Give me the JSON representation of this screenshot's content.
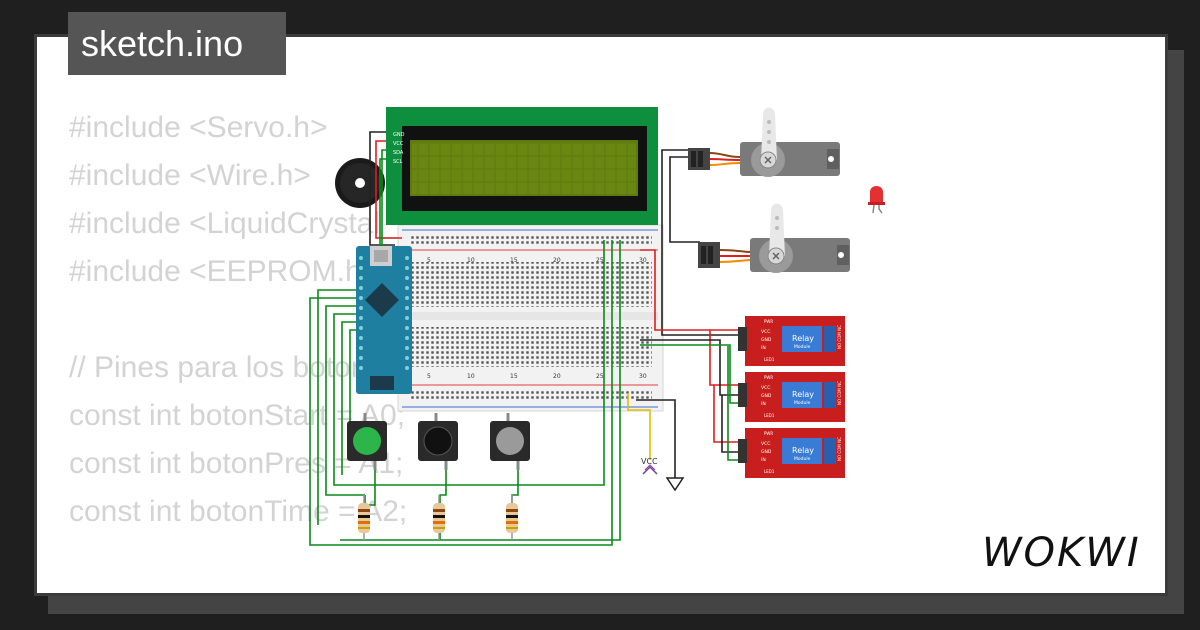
{
  "title": "sketch.ino",
  "code_lines": [
    "#include <Servo.h>",
    "#include <Wire.h>",
    "#include <LiquidCrystal_I2C.h>",
    "#include <EEPROM.h>",
    "",
    "// Pines para los botones",
    "const int botonStart = A0;",
    "const int botonPres = A1;",
    "const int botonTime = A2;"
  ],
  "brand": "WOKWI",
  "lcd_pins": [
    "GND",
    "VCC",
    "SDA",
    "SCL"
  ],
  "breadboard_numbers": [
    "5",
    "10",
    "15",
    "20",
    "25",
    "30"
  ],
  "relay_modules": [
    {
      "title": "Relay",
      "subtitle": "Module",
      "pins": [
        "VCC",
        "GND",
        "IN"
      ],
      "led_top": "PWR",
      "led_bottom": "LED1",
      "side": "NO COM NC"
    },
    {
      "title": "Relay",
      "subtitle": "Module",
      "pins": [
        "VCC",
        "GND",
        "IN"
      ],
      "led_top": "PWR",
      "led_bottom": "LED1",
      "side": "NO COM NC"
    },
    {
      "title": "Relay",
      "subtitle": "Module",
      "pins": [
        "VCC",
        "GND",
        "IN"
      ],
      "led_top": "PWR",
      "led_bottom": "LED1",
      "side": "NO COM NC"
    }
  ],
  "vcc_label": "VCC",
  "colors": {
    "background": "#1f1f1f",
    "card": "#ffffff",
    "tag": "#555555",
    "code_text": "#d3d3d3",
    "pcb_green": "#0e8f3e",
    "lcd_screen": "#5f7a10",
    "arduino": "#1f7fa0",
    "relay": "#c81e1e",
    "wire_green": "#0a8a1a",
    "wire_red": "#dd1f1f"
  }
}
